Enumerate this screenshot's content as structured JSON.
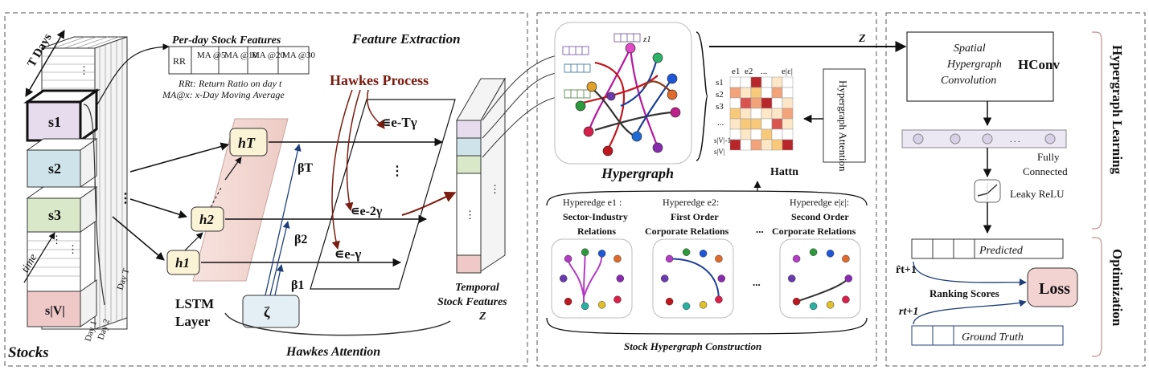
{
  "feature_panel": {
    "title": "Feature Extraction",
    "per_day_title": "Per-day Stock Features",
    "table_cells": [
      "RR",
      "MA @5",
      "MA @10",
      "MA @20",
      "MA @30"
    ],
    "rr_sub": "t",
    "rr_note": "RRt: Return Ratio on day t",
    "ma_note": "MA@x: x-Day Moving Average",
    "t_days": "T Days",
    "stocks_label": "Stocks",
    "time_label": "time",
    "stock_labels": [
      "s1",
      "s2",
      "s3",
      "s|V|"
    ],
    "day_labels": [
      "Day 1",
      "Day 2",
      "Day T"
    ],
    "hidden_labels": [
      "hT",
      "h2",
      "h1"
    ],
    "lstm_label": [
      "LSTM",
      "Layer"
    ],
    "hawkes_process": "Hawkes Process",
    "beta_labels": [
      "βT",
      "β2",
      "β1"
    ],
    "zeta": "ζ",
    "decay_labels": [
      "∊e-Tγ",
      "∊e-2γ",
      "∊e-γ"
    ],
    "hawkes_attention": "Hawkes Attention",
    "temporal_label": [
      "Temporal",
      "Stock Features",
      "Z"
    ]
  },
  "hypergraph_panel": {
    "hypergraph_title": "Hypergraph",
    "z_node": "z1",
    "matrix_cols": [
      "e1",
      "e2",
      "...",
      "e|ε|"
    ],
    "matrix_rows": [
      "s1",
      "s2",
      "s3",
      "...",
      "s|V|-1",
      "s|V|"
    ],
    "matrix_label": "Hattn",
    "attention_box": "Hypergraph Attention",
    "hyperedges": [
      {
        "title": "Hyperedge e1 :",
        "desc": [
          "Sector-Industry",
          "Relations"
        ]
      },
      {
        "title": "Hyperedge e2:",
        "desc": [
          "First Order",
          "Corporate Relations"
        ]
      },
      {
        "title": "Hyperedge e|ε|:",
        "desc": [
          "Second Order",
          "Corporate Relations"
        ]
      }
    ],
    "construction_title": "Stock Hypergraph Construction",
    "z_arrow": "Z"
  },
  "learning_panel": {
    "hconv_text": [
      "Spatial",
      "Hypergraph",
      "Convolution"
    ],
    "hconv_label": "HConv",
    "fc_label": [
      "Fully",
      "Connected"
    ],
    "relu_label": "Leaky ReLU",
    "learning_side": "Hypergraph Learning",
    "predicted": "Predicted",
    "r_hat": "r̂t+1",
    "ranking_scores": "Ranking Scores",
    "loss": "Loss",
    "r_true": "rt+1",
    "ground_truth": "Ground Truth",
    "optimization_side": "Optimization"
  },
  "colors": {
    "stock_s1": "#e6dced",
    "stock_s2": "#cfe3ea",
    "stock_s3": "#d8e8c8",
    "stock_sv": "#efc8c8",
    "lstm_band": "#f3d5d0",
    "hawkes_red": "#7b1c10",
    "beta_blue": "#1f3f7a",
    "loss_fill": "#f3d2d2"
  }
}
